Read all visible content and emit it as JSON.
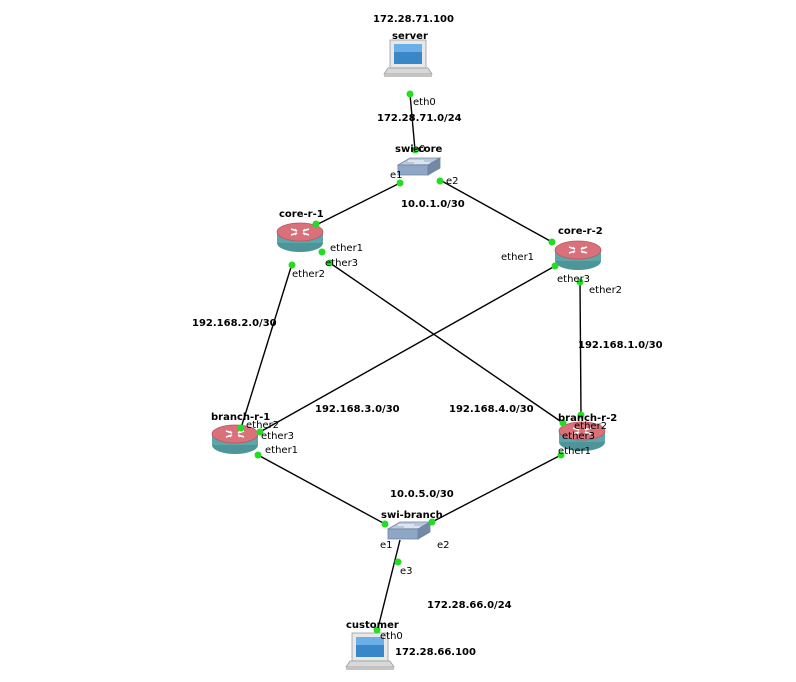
{
  "nodes": {
    "server": {
      "name": "server",
      "ip": "172.28.71.100"
    },
    "swi_core": {
      "name": "swi-core"
    },
    "core_r1": {
      "name": "core-r-1"
    },
    "core_r2": {
      "name": "core-r-2"
    },
    "branch_r1": {
      "name": "branch-r-1"
    },
    "branch_r2": {
      "name": "branch-r-2"
    },
    "swi_branch": {
      "name": "swi-branch"
    },
    "customer": {
      "name": "customer",
      "ip": "172.28.66.100"
    }
  },
  "networks": {
    "server_net": "172.28.71.0/24",
    "core_net": "10.0.1.0/30",
    "net_2": "192.168.2.0/30",
    "net_1": "192.168.1.0/30",
    "net_3": "192.168.3.0/30",
    "net_4": "192.168.4.0/30",
    "branch_net": "10.0.5.0/30",
    "customer_net": "172.28.66.0/24"
  },
  "ports": {
    "server_eth0": "eth0",
    "swi_core_e0": "e0",
    "swi_core_e1": "e1",
    "swi_core_e2": "e2",
    "core_r1_ether1": "ether1",
    "core_r1_ether2": "ether2",
    "core_r1_ether3": "ether3",
    "core_r2_ether1": "ether1",
    "core_r2_ether2": "ether2",
    "core_r2_ether3": "ether3",
    "branch_r1_ether1": "ether1",
    "branch_r1_ether2": "ether2",
    "branch_r1_ether3": "ether3",
    "branch_r2_ether1": "ether1",
    "branch_r2_ether2": "ether2",
    "branch_r2_ether3": "ether3",
    "swi_branch_e1": "e1",
    "swi_branch_e2": "e2",
    "swi_branch_e3": "e3",
    "customer_eth0": "eth0"
  },
  "colors": {
    "port": "#22dd22",
    "router_top": "#d9707a",
    "router_body": "#5aa6a8",
    "switch": "#8fa7c4"
  }
}
